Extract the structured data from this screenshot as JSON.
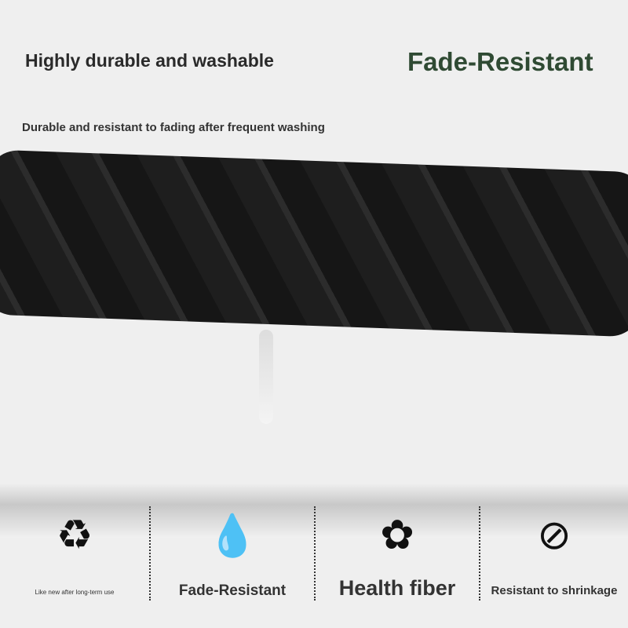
{
  "header": {
    "title": "Highly durable and washable",
    "subtitle": "Durable and resistant to fading after frequent washing",
    "brand": "Fade-Resistant"
  },
  "features": [
    {
      "label": "Like new after long-term use",
      "icon": "recycle-leaf-icon"
    },
    {
      "label": "Fade-Resistant",
      "icon": "water-drop-waves-icon"
    },
    {
      "label": "Health fiber",
      "icon": "cotton-icon"
    },
    {
      "label": "Resistant to shrinkage",
      "icon": "no-water-drop-icon"
    }
  ]
}
